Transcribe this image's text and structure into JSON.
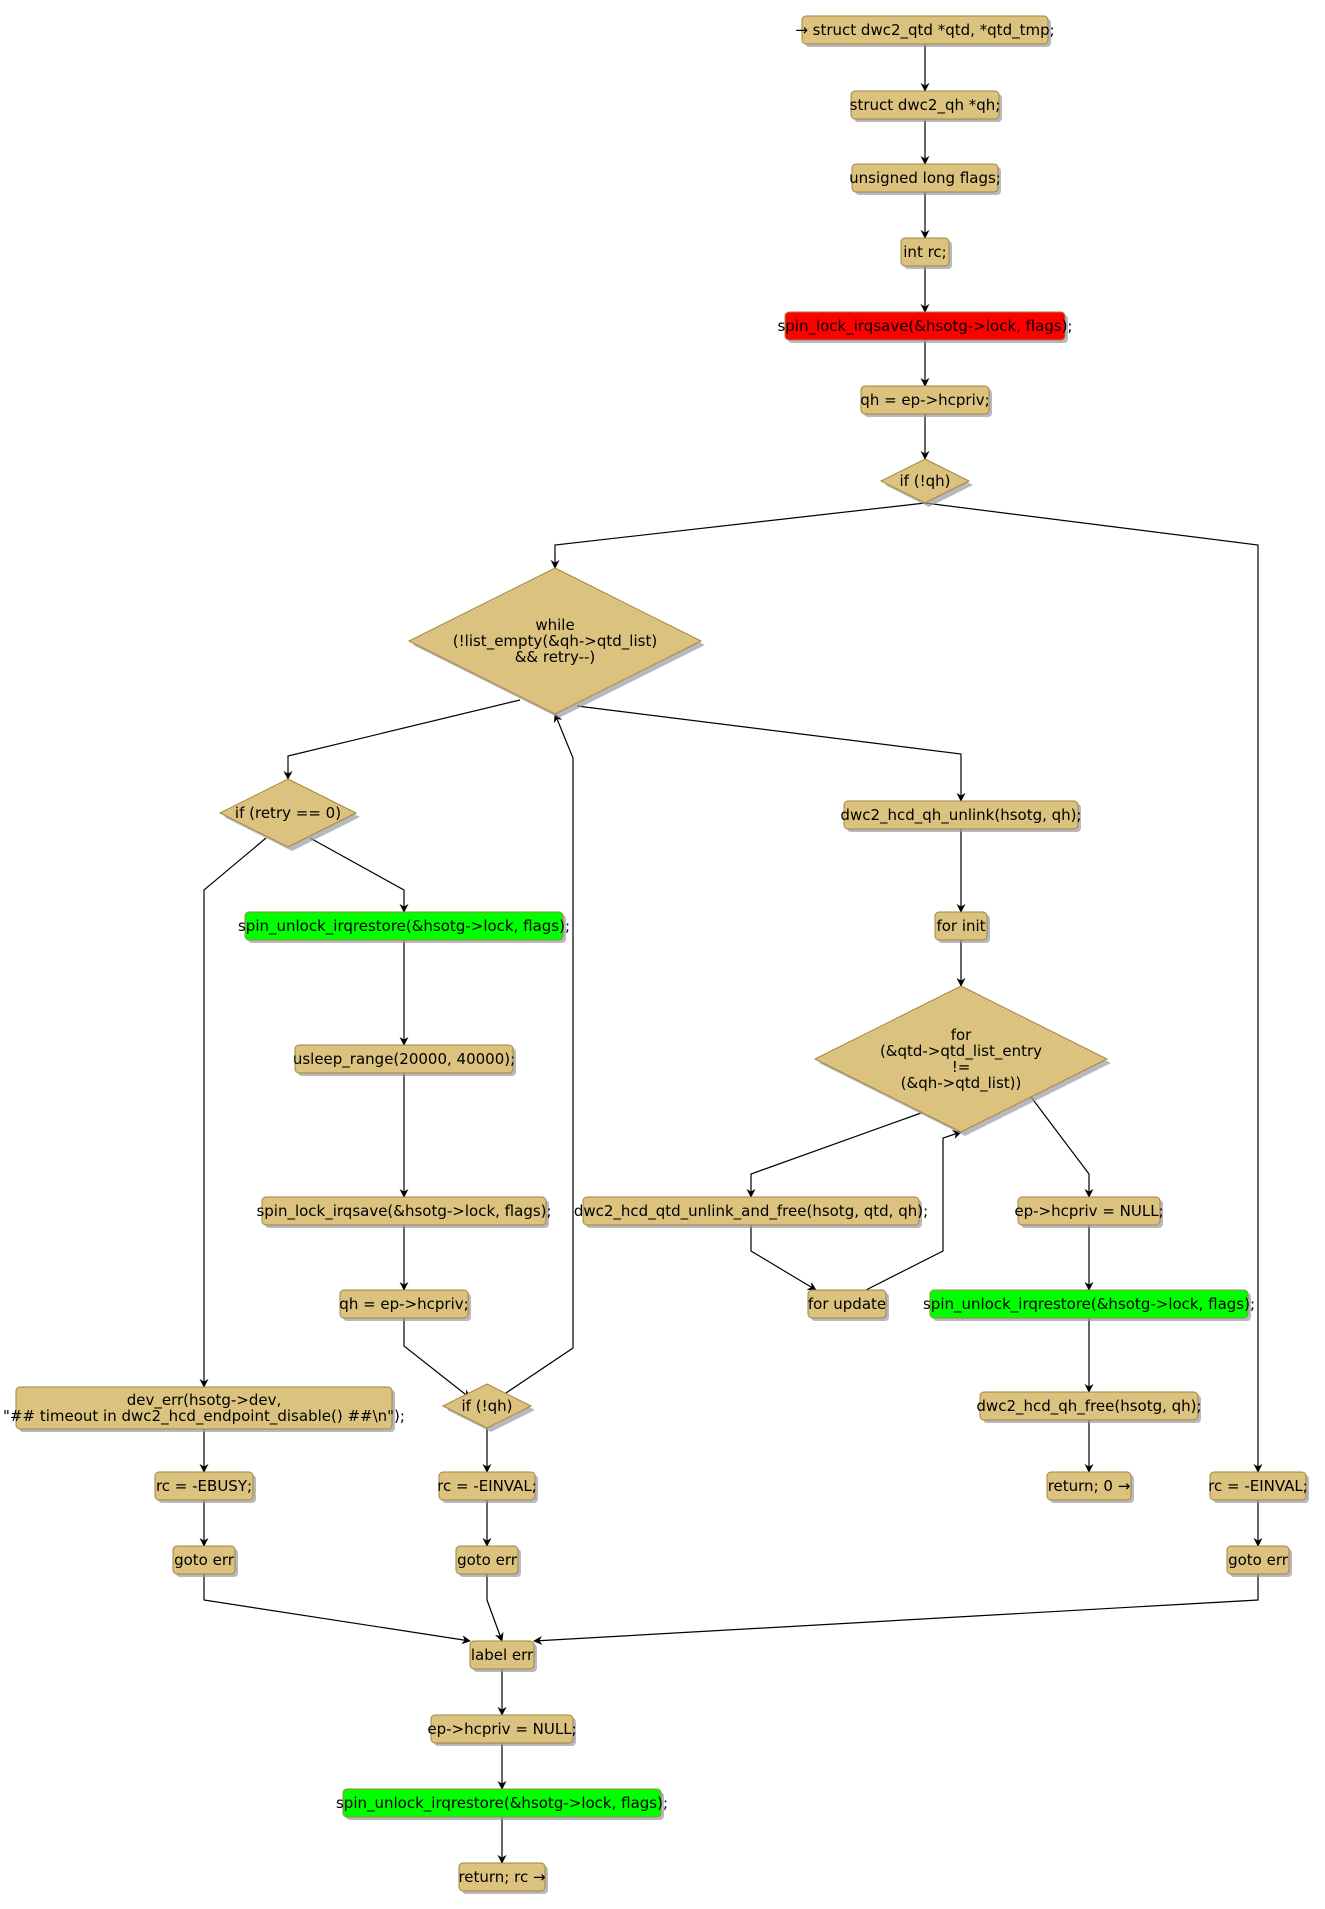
{
  "colors": {
    "node_fill": "#dbc27e",
    "node_border": "#a3853e",
    "shadow": "#9a9aa4",
    "lock_red": "#ff0000",
    "unlock_green": "#00ff00",
    "edge": "#000000"
  },
  "nodes": [
    {
      "id": "n_start",
      "kind": "box",
      "fill": "node_fill",
      "lines": [
        "→ struct dwc2_qtd *qtd, *qtd_tmp;"
      ]
    },
    {
      "id": "n_qh_decl",
      "kind": "box",
      "fill": "node_fill",
      "lines": [
        "struct dwc2_qh *qh;"
      ]
    },
    {
      "id": "n_flags",
      "kind": "box",
      "fill": "node_fill",
      "lines": [
        "unsigned long flags;"
      ]
    },
    {
      "id": "n_rc",
      "kind": "box",
      "fill": "node_fill",
      "lines": [
        "int rc;"
      ]
    },
    {
      "id": "n_lock1",
      "kind": "box",
      "fill": "lock_red",
      "lines": [
        "spin_lock_irqsave(&hsotg->lock, flags);"
      ]
    },
    {
      "id": "n_qh1",
      "kind": "box",
      "fill": "node_fill",
      "lines": [
        "qh = ep->hcpriv;"
      ]
    },
    {
      "id": "n_ifqh1",
      "kind": "diamond",
      "fill": "node_fill",
      "lines": [
        "if (!qh)"
      ]
    },
    {
      "id": "n_while",
      "kind": "diamond",
      "fill": "node_fill",
      "lines": [
        "while",
        "(!list_empty(&qh->qtd_list)",
        "&& retry--)"
      ]
    },
    {
      "id": "n_ifretry",
      "kind": "diamond",
      "fill": "node_fill",
      "lines": [
        "if (retry == 0)"
      ]
    },
    {
      "id": "n_unlock1",
      "kind": "box",
      "fill": "unlock_green",
      "lines": [
        "spin_unlock_irqrestore(&hsotg->lock, flags);"
      ]
    },
    {
      "id": "n_usleep",
      "kind": "box",
      "fill": "node_fill",
      "lines": [
        "usleep_range(20000, 40000);"
      ]
    },
    {
      "id": "n_lock2",
      "kind": "box",
      "fill": "node_fill",
      "lines": [
        "spin_lock_irqsave(&hsotg->lock, flags);"
      ]
    },
    {
      "id": "n_qh2",
      "kind": "box",
      "fill": "node_fill",
      "lines": [
        "qh = ep->hcpriv;"
      ]
    },
    {
      "id": "n_ifqh2",
      "kind": "diamond",
      "fill": "node_fill",
      "lines": [
        "if (!qh)"
      ]
    },
    {
      "id": "n_deverr",
      "kind": "box",
      "fill": "node_fill",
      "lines": [
        "dev_err(hsotg->dev,",
        "\"## timeout in dwc2_hcd_endpoint_disable() ##\\n\");"
      ]
    },
    {
      "id": "n_ebusy",
      "kind": "box",
      "fill": "node_fill",
      "lines": [
        "rc = -EBUSY;"
      ]
    },
    {
      "id": "n_goto1",
      "kind": "box",
      "fill": "node_fill",
      "lines": [
        "goto err"
      ]
    },
    {
      "id": "n_einval1",
      "kind": "box",
      "fill": "node_fill",
      "lines": [
        "rc = -EINVAL;"
      ]
    },
    {
      "id": "n_goto2",
      "kind": "box",
      "fill": "node_fill",
      "lines": [
        "goto err"
      ]
    },
    {
      "id": "n_unlink",
      "kind": "box",
      "fill": "node_fill",
      "lines": [
        "dwc2_hcd_qh_unlink(hsotg, qh);"
      ]
    },
    {
      "id": "n_forinit",
      "kind": "box",
      "fill": "node_fill",
      "lines": [
        "for init"
      ]
    },
    {
      "id": "n_for",
      "kind": "diamond",
      "fill": "node_fill",
      "lines": [
        "for",
        "(&qtd->qtd_list_entry",
        "!=",
        "(&qh->qtd_list))"
      ]
    },
    {
      "id": "n_qtdfree",
      "kind": "box",
      "fill": "node_fill",
      "lines": [
        "dwc2_hcd_qtd_unlink_and_free(hsotg, qtd, qh);"
      ]
    },
    {
      "id": "n_forupdate",
      "kind": "box",
      "fill": "node_fill",
      "lines": [
        "for update"
      ]
    },
    {
      "id": "n_hcprivnull1",
      "kind": "box",
      "fill": "node_fill",
      "lines": [
        "ep->hcpriv = NULL;"
      ]
    },
    {
      "id": "n_unlock2",
      "kind": "box",
      "fill": "unlock_green",
      "lines": [
        "spin_unlock_irqrestore(&hsotg->lock, flags);"
      ]
    },
    {
      "id": "n_qhfree",
      "kind": "box",
      "fill": "node_fill",
      "lines": [
        "dwc2_hcd_qh_free(hsotg, qh);"
      ]
    },
    {
      "id": "n_ret0",
      "kind": "box",
      "fill": "node_fill",
      "lines": [
        "return; 0 →"
      ]
    },
    {
      "id": "n_einval2",
      "kind": "box",
      "fill": "node_fill",
      "lines": [
        "rc = -EINVAL;"
      ]
    },
    {
      "id": "n_goto3",
      "kind": "box",
      "fill": "node_fill",
      "lines": [
        "goto err"
      ]
    },
    {
      "id": "n_labelerr",
      "kind": "box",
      "fill": "node_fill",
      "lines": [
        "label err"
      ]
    },
    {
      "id": "n_hcprivnull2",
      "kind": "box",
      "fill": "node_fill",
      "lines": [
        "ep->hcpriv = NULL;"
      ]
    },
    {
      "id": "n_unlock3",
      "kind": "box",
      "fill": "unlock_green",
      "lines": [
        "spin_unlock_irqrestore(&hsotg->lock, flags);"
      ]
    },
    {
      "id": "n_retrc",
      "kind": "box",
      "fill": "node_fill",
      "lines": [
        "return; rc →"
      ]
    }
  ],
  "edges": [
    {
      "from": "n_start",
      "to": "n_qh_decl"
    },
    {
      "from": "n_qh_decl",
      "to": "n_flags"
    },
    {
      "from": "n_flags",
      "to": "n_rc"
    },
    {
      "from": "n_rc",
      "to": "n_lock1"
    },
    {
      "from": "n_lock1",
      "to": "n_qh1"
    },
    {
      "from": "n_qh1",
      "to": "n_ifqh1"
    },
    {
      "from": "n_ifqh1",
      "to": "n_while"
    },
    {
      "from": "n_ifqh1",
      "to": "n_einval2"
    },
    {
      "from": "n_while",
      "to": "n_ifretry"
    },
    {
      "from": "n_while",
      "to": "n_unlink"
    },
    {
      "from": "n_ifretry",
      "to": "n_deverr"
    },
    {
      "from": "n_ifretry",
      "to": "n_unlock1"
    },
    {
      "from": "n_unlock1",
      "to": "n_usleep"
    },
    {
      "from": "n_usleep",
      "to": "n_lock2"
    },
    {
      "from": "n_lock2",
      "to": "n_qh2"
    },
    {
      "from": "n_qh2",
      "to": "n_ifqh2"
    },
    {
      "from": "n_ifqh2",
      "to": "n_while"
    },
    {
      "from": "n_ifqh2",
      "to": "n_einval1"
    },
    {
      "from": "n_deverr",
      "to": "n_ebusy"
    },
    {
      "from": "n_ebusy",
      "to": "n_goto1"
    },
    {
      "from": "n_einval1",
      "to": "n_goto2"
    },
    {
      "from": "n_unlink",
      "to": "n_forinit"
    },
    {
      "from": "n_forinit",
      "to": "n_for"
    },
    {
      "from": "n_for",
      "to": "n_qtdfree"
    },
    {
      "from": "n_for",
      "to": "n_hcprivnull1"
    },
    {
      "from": "n_qtdfree",
      "to": "n_forupdate"
    },
    {
      "from": "n_forupdate",
      "to": "n_for"
    },
    {
      "from": "n_hcprivnull1",
      "to": "n_unlock2"
    },
    {
      "from": "n_unlock2",
      "to": "n_qhfree"
    },
    {
      "from": "n_qhfree",
      "to": "n_ret0"
    },
    {
      "from": "n_einval2",
      "to": "n_goto3"
    },
    {
      "from": "n_goto1",
      "to": "n_labelerr"
    },
    {
      "from": "n_goto2",
      "to": "n_labelerr"
    },
    {
      "from": "n_goto3",
      "to": "n_labelerr"
    },
    {
      "from": "n_labelerr",
      "to": "n_hcprivnull2"
    },
    {
      "from": "n_hcprivnull2",
      "to": "n_unlock3"
    },
    {
      "from": "n_unlock3",
      "to": "n_retrc"
    }
  ]
}
